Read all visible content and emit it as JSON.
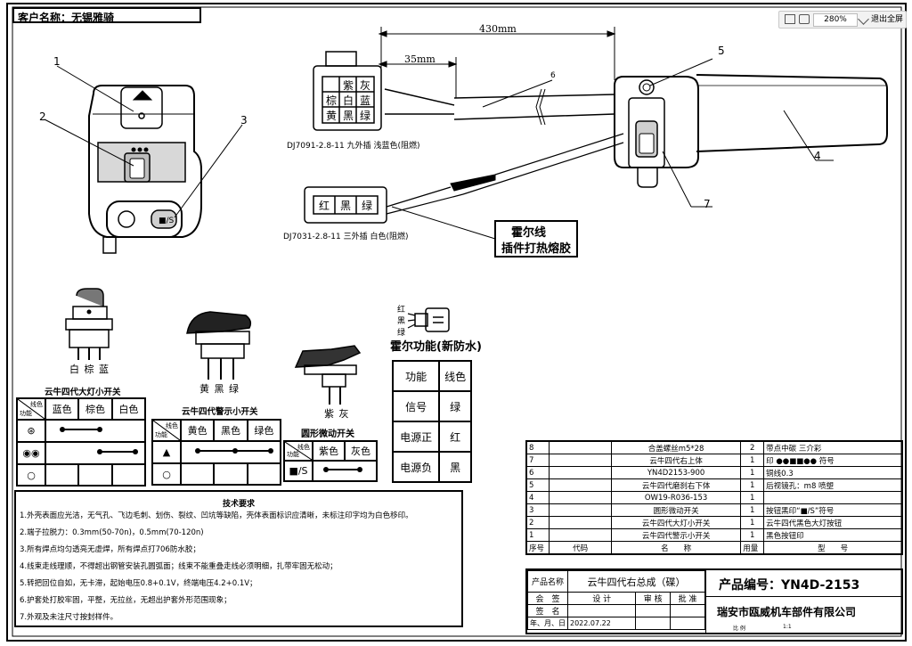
{
  "customer": {
    "label": "客户名称：无锡雅骑"
  },
  "toolbar": {
    "zoom": "280%",
    "fullscreen_label": "退出全屏"
  },
  "callouts": [
    "1",
    "2",
    "3",
    "4",
    "5",
    "6",
    "7"
  ],
  "dimensions": {
    "overall": "430mm",
    "short": "35mm"
  },
  "connector9": {
    "cells": [
      "",
      "紫",
      "灰",
      "棕",
      "白",
      "蓝",
      "黄",
      "黑",
      "绿"
    ],
    "label": "DJ7091-2.8-11 九外插 浅蓝色(阻燃)"
  },
  "connector3": {
    "cells": [
      "红",
      "黑",
      "绿"
    ],
    "label": "DJ7031-2.8-11 三外插 白色(阻燃)"
  },
  "hall_note": {
    "line1": "霍尔线",
    "line2": "插件打热熔胶"
  },
  "switch_headlight": {
    "wire_labels": "白 棕 蓝",
    "title": "云牛四代大灯小开关",
    "corner_top": "线色",
    "corner_bottom": "功能",
    "columns": [
      "蓝色",
      "棕色",
      "白色"
    ]
  },
  "switch_hazard": {
    "wire_labels": "黄 黑 绿",
    "title": "云牛四代警示小开关",
    "corner_top": "线色",
    "corner_bottom": "功能",
    "columns": [
      "黄色",
      "黑色",
      "绿色"
    ]
  },
  "switch_round": {
    "wire_labels": "紫 灰",
    "title": "圆形微动开关",
    "corner_top": "线色",
    "corner_bottom": "功能",
    "columns": [
      "紫色",
      "灰色"
    ]
  },
  "hall": {
    "wire_labels": [
      "红",
      "黑",
      "绿"
    ],
    "title": "霍尔功能(新防水)",
    "header": [
      "功能",
      "线色"
    ],
    "rows": [
      [
        "信号",
        "绿"
      ],
      [
        "电源正",
        "红"
      ],
      [
        "电源负",
        "黑"
      ]
    ]
  },
  "tech": {
    "title": "技术要求",
    "notes": [
      "1.外壳表面应光洁，无气孔、飞边毛刺、划伤、裂纹、凹坑等缺陷，壳体表面标识应清晰，未标注印字均为白色移印。",
      "2.端子拉脱力：0.3mm(50-70n)，0.5mm(70-120n)",
      "3.所有焊点均匀透亮无虚焊，所有焊点打706防水胶；",
      "4.线束走线理顺，不得超出钢管安装孔圆弧面；线束不能重叠走线必须明细，扎带牢固无松动；",
      "5.转把回位自如，无卡滞，起始电压0.8+0.1V，终端电压4.2+0.1V；",
      "6.护套处打胶牢固，平整，无拉丝，无超出护套外形范围现象；",
      "7.外观及未注尺寸按封样件。"
    ]
  },
  "bom": {
    "rows": [
      {
        "no": "8",
        "code": "",
        "name": "合盖螺丝m5*28",
        "qty": "2",
        "spec": "带点中碳 三介彩"
      },
      {
        "no": "7",
        "code": "",
        "name": "云牛四代右上体",
        "qty": "1",
        "spec": "印 ●●■■●● 符号"
      },
      {
        "no": "6",
        "code": "",
        "name": "YN4D2153-900",
        "qty": "1",
        "spec": "铜线0.3"
      },
      {
        "no": "5",
        "code": "",
        "name": "云牛四代磨刹右下体",
        "qty": "1",
        "spec": "后视镜孔：m8 喷塑"
      },
      {
        "no": "4",
        "code": "",
        "name": "OW19-R036-153",
        "qty": "1",
        "spec": ""
      },
      {
        "no": "3",
        "code": "",
        "name": "圆形微动开关",
        "qty": "1",
        "spec": "按钮黑印“■/S”符号"
      },
      {
        "no": "2",
        "code": "",
        "name": "云牛四代大灯小开关",
        "qty": "1",
        "spec": "云牛四代黑色大灯按钮"
      },
      {
        "no": "1",
        "code": "",
        "name": "云牛四代警示小开关",
        "qty": "1",
        "spec": "黑色按钮印"
      }
    ],
    "header": {
      "no": "序号",
      "code": "代码",
      "name": "名　　称",
      "qty": "用量",
      "spec": "型　　号"
    }
  },
  "titleblock": {
    "product_name_label": "产品名称",
    "product_name": "云牛四代右总成（碟）",
    "product_no": "产品编号：YN4D-2153",
    "sign_label": "会　签",
    "design": "设 计",
    "review": "审 核",
    "approve": "批 准",
    "sign2": "签　名",
    "date_label": "年、月、日",
    "date": "2022.07.22",
    "company": "瑞安市瓯威机车部件有限公司",
    "scale_label": "比 例",
    "scale": "1:1"
  }
}
